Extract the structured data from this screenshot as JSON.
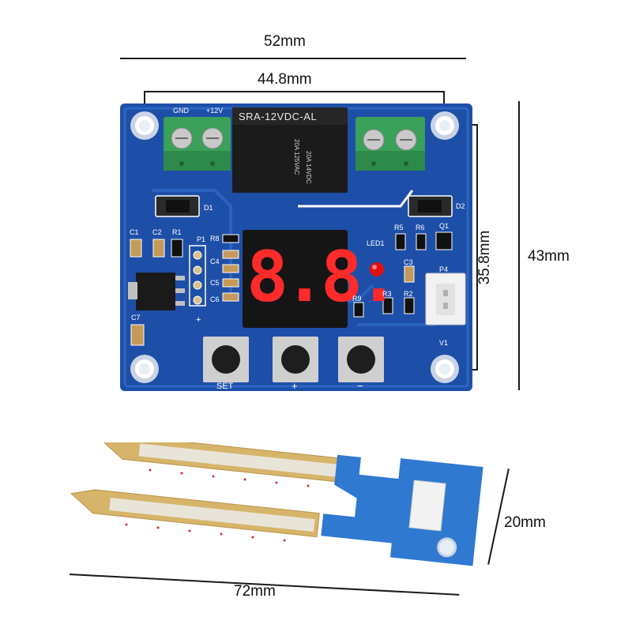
{
  "dimensions": {
    "board_width": "52mm",
    "hole_spacing_x": "44.8mm",
    "hole_spacing_y": "35.8mm",
    "board_height": "43mm",
    "probe_length": "72mm",
    "probe_width": "20mm"
  },
  "board": {
    "relay_model": "SRA-12VDC-AL",
    "relay_rating_1": "20A 14VDC",
    "relay_rating_2": "20A 125VAC",
    "display_value": "8.8.",
    "terminal_gnd": "GND",
    "terminal_12v": "+12V",
    "button_set": "SET",
    "button_plus": "+",
    "button_minus": "−",
    "labels": {
      "d1": "D1",
      "d2": "D2",
      "c1": "C1",
      "c2": "C2",
      "r1": "R1",
      "p1": "P1",
      "r8": "R8",
      "c4": "C4",
      "c5": "C5",
      "c6": "C6",
      "c7": "C7",
      "led1": "LED1",
      "r5": "R5",
      "r6": "R6",
      "q1": "Q1",
      "c3": "C3",
      "p4": "P4",
      "r9": "R9",
      "r3": "R3",
      "r2": "R2",
      "v1": "V1",
      "plus_pin": "+"
    }
  },
  "colors": {
    "pcb_blue": "#1e4fa8",
    "terminal_green": "#3aa05a",
    "relay_black": "#1b1b1b",
    "display_red": "#ff2a2a",
    "led_red": "#e01010",
    "probe_gold": "#d6b46a",
    "probe_blue": "#2f79d0"
  }
}
